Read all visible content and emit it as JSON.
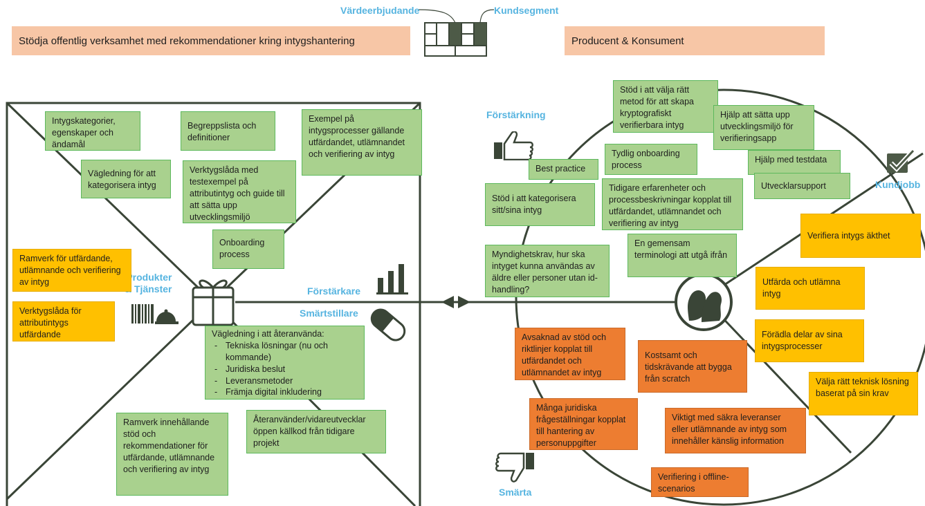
{
  "header": {
    "value_proposition_label": "Värdeerbjudande",
    "customer_segment_label": "Kundsegment",
    "left_banner": "Stödja offentlig verksamhet med rekommendationer kring intygshantering",
    "right_banner": "Producent & Konsument"
  },
  "value_map": {
    "products_label_line1": "Produkter",
    "products_label_line2": "& Tjänster",
    "gain_creators_label": "Förstärkare",
    "pain_relievers_label": "Smärtstillare",
    "notes": [
      "Intygskategorier, egenskaper och ändamål",
      "Begreppslista och definitioner",
      "Exempel på intygsprocesser gällande utfärdandet, utlämnandet och verifiering av intyg",
      "Vägledning för att kategorisera intyg",
      "Verktygslåda med testexempel på attributintyg och guide till att  sätta upp utvecklingsmiljö",
      "Onboarding process",
      "Ramverk för utfärdande, utlämnande och verifiering av intyg",
      "Verktygslåda för attributintygs utfärdande",
      "Återanvänder/vidareutvecklar öppen källkod från tidigare projekt",
      "Ramverk innehållande stöd och rekommendationer för utfärdande, utlämnande och verifiering av intyg"
    ],
    "reuse_note": {
      "title": "Vägledning i att återanvända:",
      "items": [
        "Tekniska lösningar (nu och kommande)",
        "Juridiska beslut",
        "Leveransmetoder",
        "Främja digital inkludering"
      ]
    }
  },
  "customer_profile": {
    "gains_label": "Förstärkning",
    "jobs_label": "Kundjobb",
    "pains_label": "Smärta",
    "gains": [
      "Stöd i att välja rätt metod för att skapa kryptografiskt verifierbara intyg",
      "Hjälp att sätta upp utvecklingsmiljö för verifieringsapp",
      "Tydlig onboarding process",
      "Best practice",
      "Hjälp med testdata",
      "Utvecklarsupport",
      "Stöd i att kategorisera sitt/sina intyg",
      "Tidigare erfarenheter och processbeskrivningar kopplat till utfärdandet, utlämnandet och verifiering av intyg",
      "En gemensam terminologi att utgå ifrån",
      "Myndighetskrav, hur ska intyget kunna användas av äldre eller personer utan id-handling?"
    ],
    "jobs": [
      "Verifiera intygs äkthet",
      "Utfärda och utlämna intyg",
      "Förädla delar av sina intygsprocesser",
      "Välja rätt teknisk lösning baserat på sin krav"
    ],
    "pains": [
      "Avsaknad av stöd och riktlinjer kopplat till utfärdandet och utlämnandet av intyg",
      "Kostsamt och tidskrävande att bygga från scratch",
      "Många juridiska frågeställningar kopplat till  hantering av personuppgifter",
      "Viktigt med säkra leveranser eller utlämnande av intyg som innehåller känslig information",
      "Verifiering i offline-scenarios"
    ]
  },
  "colors": {
    "green_note": "#a9d18e",
    "yellow_note": "#ffc000",
    "orange_note": "#ed7d31",
    "banner": "#f7c6a6",
    "label_blue": "#56b4e0",
    "line": "#3a4537"
  }
}
